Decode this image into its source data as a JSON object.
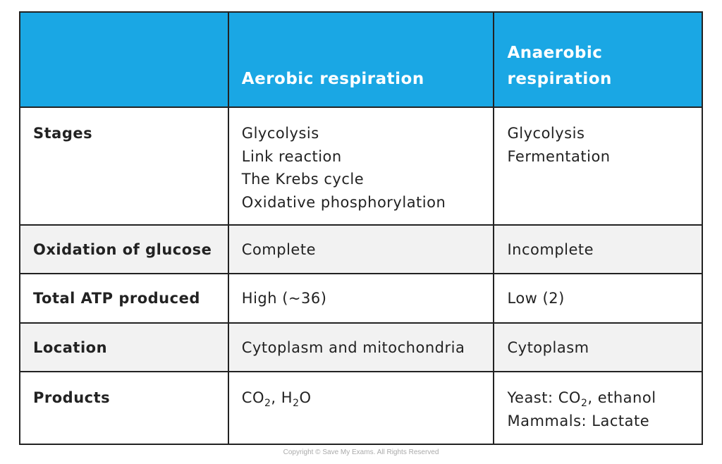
{
  "header": [
    "",
    "Aerobic respiration",
    "Anaerobic respiration"
  ],
  "header_lines": [
    [],
    [
      "Aerobic respiration"
    ],
    [
      "Anaerobic",
      "respiration"
    ]
  ],
  "rows": [
    {
      "label": "Stages",
      "aerobic": [
        [
          {
            "t": "Glycolysis"
          }
        ],
        [
          {
            "t": "Link reaction"
          }
        ],
        [
          {
            "t": "The Krebs cycle"
          }
        ],
        [
          {
            "t": "Oxidative  phosphorylation"
          }
        ]
      ],
      "anaerobic": [
        [
          {
            "t": "Glycolysis"
          }
        ],
        [
          {
            "t": "Fermentation"
          }
        ]
      ]
    },
    {
      "label": "Oxidation of glucose",
      "aerobic": [
        [
          {
            "t": "Complete"
          }
        ]
      ],
      "anaerobic": [
        [
          {
            "t": "Incomplete"
          }
        ]
      ]
    },
    {
      "label": "Total ATP produced",
      "aerobic": [
        [
          {
            "t": "High (~36)"
          }
        ]
      ],
      "anaerobic": [
        [
          {
            "t": "Low (2)"
          }
        ]
      ]
    },
    {
      "label": "Location",
      "aerobic": [
        [
          {
            "t": "Cytoplasm and mitochondria"
          }
        ]
      ],
      "anaerobic": [
        [
          {
            "t": "Cytoplasm"
          }
        ]
      ]
    },
    {
      "label": "Products",
      "aerobic": [
        [
          {
            "t": "CO"
          },
          {
            "t": "2",
            "sub": true
          },
          {
            "t": ", H"
          },
          {
            "t": "2",
            "sub": true
          },
          {
            "t": "O"
          }
        ]
      ],
      "anaerobic": [
        [
          {
            "t": "Yeast: CO"
          },
          {
            "t": "2",
            "sub": true
          },
          {
            "t": ", ethanol"
          }
        ],
        [
          {
            "t": "Mammals:   Lactate"
          }
        ]
      ]
    }
  ],
  "footer": "Copyright © Save My Exams. All Rights Reserved",
  "colors": {
    "header_bg": "#1aa7e4",
    "alt_row": "#f2f2f2"
  }
}
